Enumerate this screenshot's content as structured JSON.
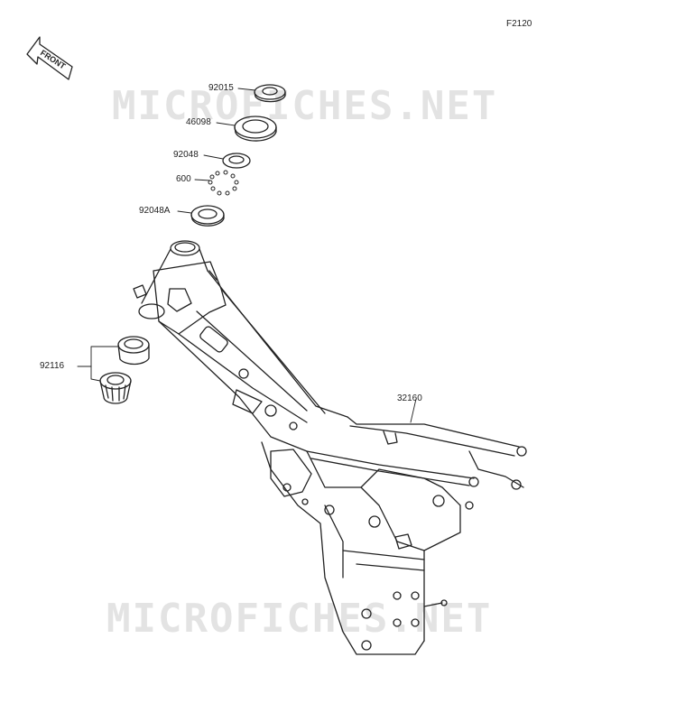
{
  "figure_code": "F2120",
  "front_arrow": {
    "text": "FRONT"
  },
  "watermark": "MICROFICHES.NET",
  "parts": [
    {
      "number": "92015"
    },
    {
      "number": "46098"
    },
    {
      "number": "92048"
    },
    {
      "number": "600"
    },
    {
      "number": "92048A"
    },
    {
      "number": "92116"
    },
    {
      "number": "32160"
    }
  ]
}
